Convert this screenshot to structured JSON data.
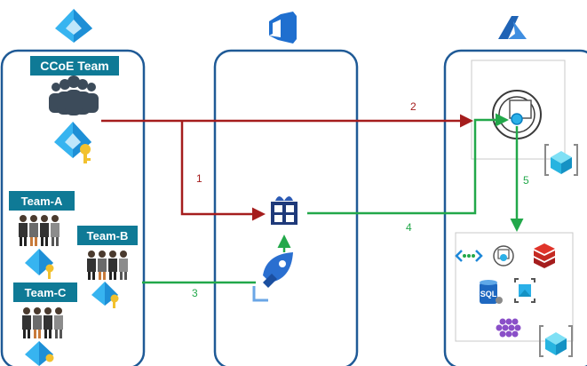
{
  "teams": {
    "ccoe": "CCoE Team",
    "a": "Team-A",
    "b": "Team-B",
    "c": "Team-C"
  },
  "steps": {
    "s1": "1",
    "s2": "2",
    "s3": "3",
    "s4": "4",
    "s5": "5"
  },
  "service_labels": {
    "sql": "SQL"
  },
  "colors": {
    "panel_border": "#1f5a96",
    "label_bg": "#0f7a96",
    "red_arrow": "#a51d1d",
    "green_arrow": "#22a84a",
    "azure_blue": "#0078d4"
  },
  "icons": [
    "azure-ad-icon",
    "azure-devops-icon",
    "azure-icon",
    "people-group-icon",
    "azure-ad-key-icon",
    "blueprint-package-icon",
    "azure-pipelines-icon",
    "management-group-icon",
    "resource-group-icon",
    "virtual-network-icon",
    "sql-database-icon",
    "app-service-icon",
    "cosmos-db-icon",
    "hdinsight-icon"
  ]
}
